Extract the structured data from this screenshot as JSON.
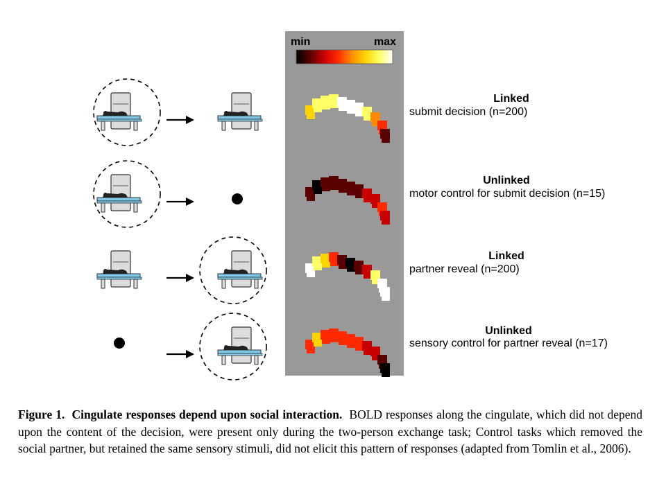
{
  "colorbar": {
    "min_label": "min",
    "max_label": "max",
    "stops": [
      "#000000",
      "#5a0000",
      "#c80000",
      "#ff2a00",
      "#ff8c00",
      "#ffd400",
      "#ffff66",
      "#ffffff"
    ]
  },
  "colors": {
    "panel_bg": "#999999",
    "screen": "#dcdcdc",
    "tray": "#7fc7e6"
  },
  "conditions": [
    {
      "title": "Linked",
      "subtitle": "submit decision (n=200)",
      "highlight": "left",
      "left_scanner": true,
      "right_scanner": true,
      "map": [
        5,
        6,
        6,
        6,
        7,
        7,
        7,
        6,
        4,
        3,
        1
      ]
    },
    {
      "title": "Unlinked",
      "subtitle": "motor control for submit decision (n=15)",
      "highlight": "left",
      "left_scanner": true,
      "right_scanner": false,
      "map": [
        1,
        0,
        1,
        1,
        1,
        1,
        1,
        2,
        2,
        3,
        2
      ]
    },
    {
      "title": "Linked",
      "subtitle": "partner reveal (n=200)",
      "highlight": "right",
      "left_scanner": true,
      "right_scanner": true,
      "map": [
        7,
        6,
        5,
        3,
        1,
        0,
        1,
        2,
        6,
        7,
        7
      ]
    },
    {
      "title": "Unlinked",
      "subtitle": "sensory control for partner reveal (n=17)",
      "highlight": "right",
      "left_scanner": false,
      "right_scanner": true,
      "map": [
        3,
        5,
        3,
        3,
        3,
        3,
        3,
        2,
        2,
        1,
        0
      ]
    }
  ],
  "caption": {
    "figure_label": "Figure 1.",
    "bold_title": "Cingulate responses depend upon social interaction.",
    "body": "BOLD responses along the cingulate, which did not depend upon the content of the decision, were present only during the two-person exchange task; Control tasks which removed the social partner, but retained the same sensory stimuli, did not elicit this pattern of responses (adapted from Tomlin et al., 2006)."
  }
}
